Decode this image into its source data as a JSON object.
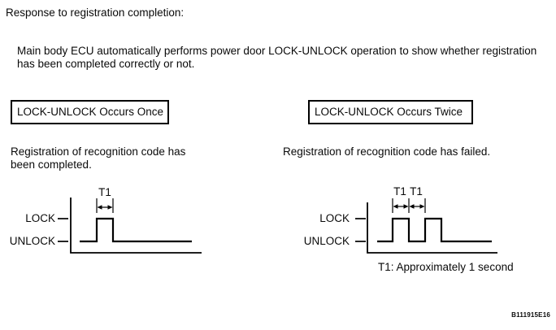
{
  "document": {
    "title": "Response to registration completion:",
    "description_lines": [
      "Main body ECU automatically performs power door LOCK-UNLOCK operation to show whether registration",
      "has been completed correctly or not."
    ],
    "t1_note": "T1: Approximately 1 second",
    "figure_code": "B111915E16"
  },
  "left_panel": {
    "heading": "LOCK-UNLOCK Occurs Once",
    "caption_lines": [
      "Registration of recognition code has",
      "been completed."
    ],
    "diagram": {
      "lock_label": "LOCK",
      "unlock_label": "UNLOCK",
      "t1_label": "T1",
      "pulse_count": 1
    }
  },
  "right_panel": {
    "heading": "LOCK-UNLOCK Occurs Twice",
    "caption_lines": [
      "Registration of recognition code has failed."
    ],
    "diagram": {
      "lock_label": "LOCK",
      "unlock_label": "UNLOCK",
      "t1_labels": [
        "T1",
        "T1"
      ],
      "pulse_count": 2
    }
  }
}
